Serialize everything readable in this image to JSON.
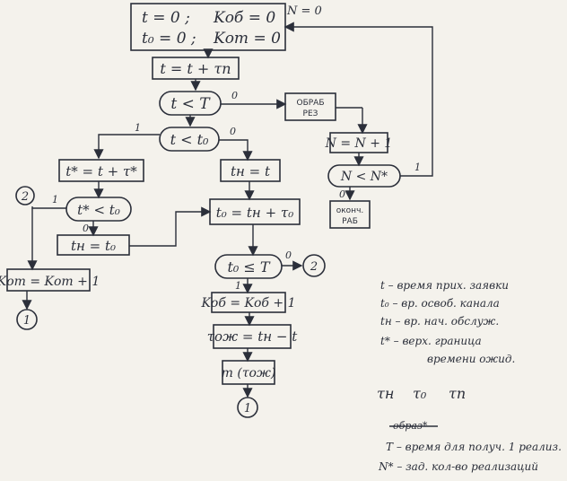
{
  "init_block": {
    "line1_left": "t = 0 ;",
    "line1_right": "Kоб = 0",
    "line2_left": "t₀ = 0 ;",
    "line2_right": "Kот = 0",
    "n_init": "N = 0"
  },
  "step_t": "t = t + τп",
  "dec_t_lt_T": "t < T",
  "dec_t_lt_t0": "t < t₀",
  "assign_tzh": "t* = t + τ*",
  "dec_tzh_lt_t0": "t* < t₀",
  "assign_tn_t0": "tн = t₀",
  "assign_kot": "Kот = Kот + 1",
  "assign_tn_t": "tн = t",
  "assign_t0": "t₀ = tн + τ₀",
  "dec_t0_le_T": "t₀ ≤ T",
  "assign_kob": "Kоб = Kоб + 1",
  "assign_tau_zh": "τож = tн − t",
  "accum": "m (τож)",
  "proc_results": [
    "ОБРАБ",
    "РЕЗ"
  ],
  "assign_n": "N = N + 1",
  "dec_n_lt_nstar": "N < N*",
  "end_block": [
    "оконч.",
    "РАБ"
  ],
  "connectors": {
    "c1": "1",
    "c2": "2"
  },
  "branch_labels": {
    "one": "1",
    "zero": "0"
  },
  "legend": {
    "t": "t – время прих. заявки",
    "t0": "t₀ – вр. освоб. канала",
    "tn": "tн – вр. нач. обслуж.",
    "tzh_a": "t* – верх. граница",
    "tzh_b": "времени ожид.",
    "taus": [
      "τн",
      "τ₀",
      "τп"
    ],
    "crossed": "образ*",
    "T": "T – время для получ. 1 реализ.",
    "Nstar": "N* – зад. кол-во реализаций"
  }
}
